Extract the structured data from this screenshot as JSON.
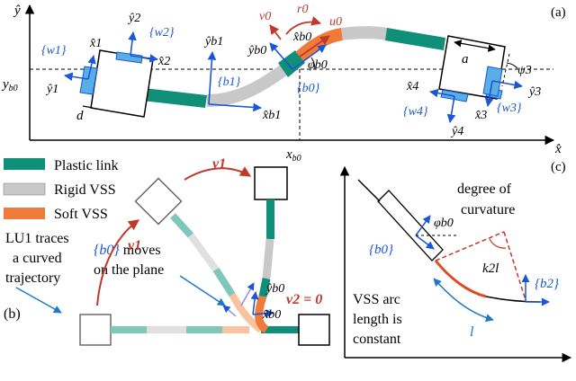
{
  "panel_labels": {
    "a": "(a)",
    "b": "(b)",
    "c": "(c)"
  },
  "colors": {
    "plastic": "#0f8f78",
    "rigid": "#c8c8c8",
    "soft": "#f07a3a",
    "blue": "#1a56d6",
    "red": "#c0392b"
  },
  "panel_a": {
    "axis_x": "x̂",
    "axis_y": "ŷ",
    "axis_xb0": "x",
    "axis_xb0_sub": "b0",
    "axis_yb0": "y",
    "axis_yb0_sub": "b0",
    "frame_w1": "{w1}",
    "frame_w2": "{w2}",
    "frame_w3": "{w3}",
    "frame_w4": "{w4}",
    "frame_b1": "{b1}",
    "frame_b0": "{b0}",
    "x1": "x̂1",
    "y1": "ŷ1",
    "x2": "x̂2",
    "y2": "ŷ2",
    "x3": "x̂3",
    "y3": "ŷ3",
    "x4": "x̂4",
    "y4": "ŷ4",
    "xb1": "x̂b1",
    "yb1": "ŷb1",
    "xb0": "x̂b0",
    "yb0": "ŷb0",
    "d": "d",
    "a": "a",
    "v0": "v0",
    "r0": "r0",
    "u0": "u0",
    "phi": "φb0",
    "psi": "ψ3"
  },
  "panel_b": {
    "legend": [
      "Plastic link",
      "Rigid VSS",
      "Soft VSS"
    ],
    "note1": [
      "LU1 traces",
      "a curved",
      "trajectory"
    ],
    "note2_frame": "{b0}",
    "note2": [
      " moves",
      "on the plane"
    ],
    "v1_a": "v1",
    "v1_b": "v1",
    "v2": "v2 = 0",
    "yb0": "ŷb0",
    "xb0": "x̂b0"
  },
  "panel_c": {
    "degree": [
      "degree of",
      "curvature"
    ],
    "phi": "φb0",
    "b0": "{b0}",
    "b2": "{b2}",
    "k2l": "k2l",
    "arc": [
      "VSS arc",
      "length is",
      "constant"
    ],
    "l": "l"
  }
}
